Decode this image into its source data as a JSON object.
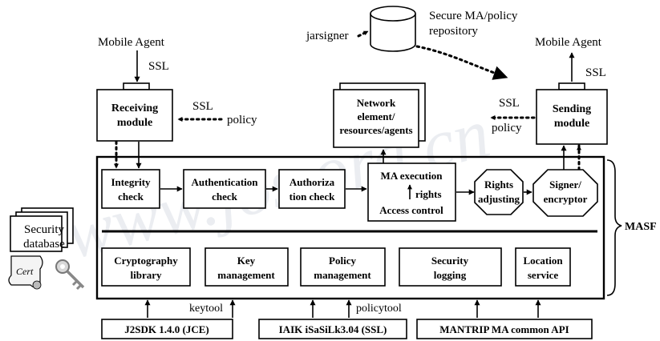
{
  "labels": {
    "mobile_agent_in": "Mobile Agent",
    "ssl_in": "SSL",
    "receiving_module": [
      "Receiving",
      "module"
    ],
    "ssl_recv": "SSL",
    "policy_recv": "policy",
    "jarsigner": "jarsigner",
    "repository": [
      "Secure MA/policy",
      "repository"
    ],
    "network_element": [
      "Network",
      "element/",
      "resources/agents"
    ],
    "mobile_agent_out": "Mobile Agent",
    "ssl_out": "SSL",
    "ssl_send": "SSL",
    "policy_send": "policy",
    "sending_module": [
      "Sending",
      "module"
    ],
    "integrity_check": [
      "Integrity",
      "check"
    ],
    "authentication_check": [
      "Authentication",
      "check"
    ],
    "authorization_check": [
      "Authoriza",
      "tion check"
    ],
    "ma_execution": "MA execution",
    "rights_inner": "rights",
    "access_control": "Access control",
    "rights_adjusting": [
      "Rights",
      "adjusting"
    ],
    "signer_encryptor": [
      "Signer/",
      "encryptor"
    ],
    "masf": "MASF",
    "security_database": [
      "Security",
      "database"
    ],
    "cert": "Cert",
    "cryptography_library": [
      "Cryptography",
      "library"
    ],
    "key_management": [
      "Key",
      "management"
    ],
    "policy_management": [
      "Policy",
      "management"
    ],
    "security_logging": [
      "Security",
      "logging"
    ],
    "location_service": [
      "Location",
      "service"
    ],
    "keytool": "keytool",
    "policytool": "policytool",
    "j2sdk": "J2SDK 1.4.0 (JCE)",
    "iaik": "IAIK iSaSiLk3.04 (SSL)",
    "mantrip": "MANTRIP MA common API"
  },
  "watermark": "www.jos.org.cn"
}
